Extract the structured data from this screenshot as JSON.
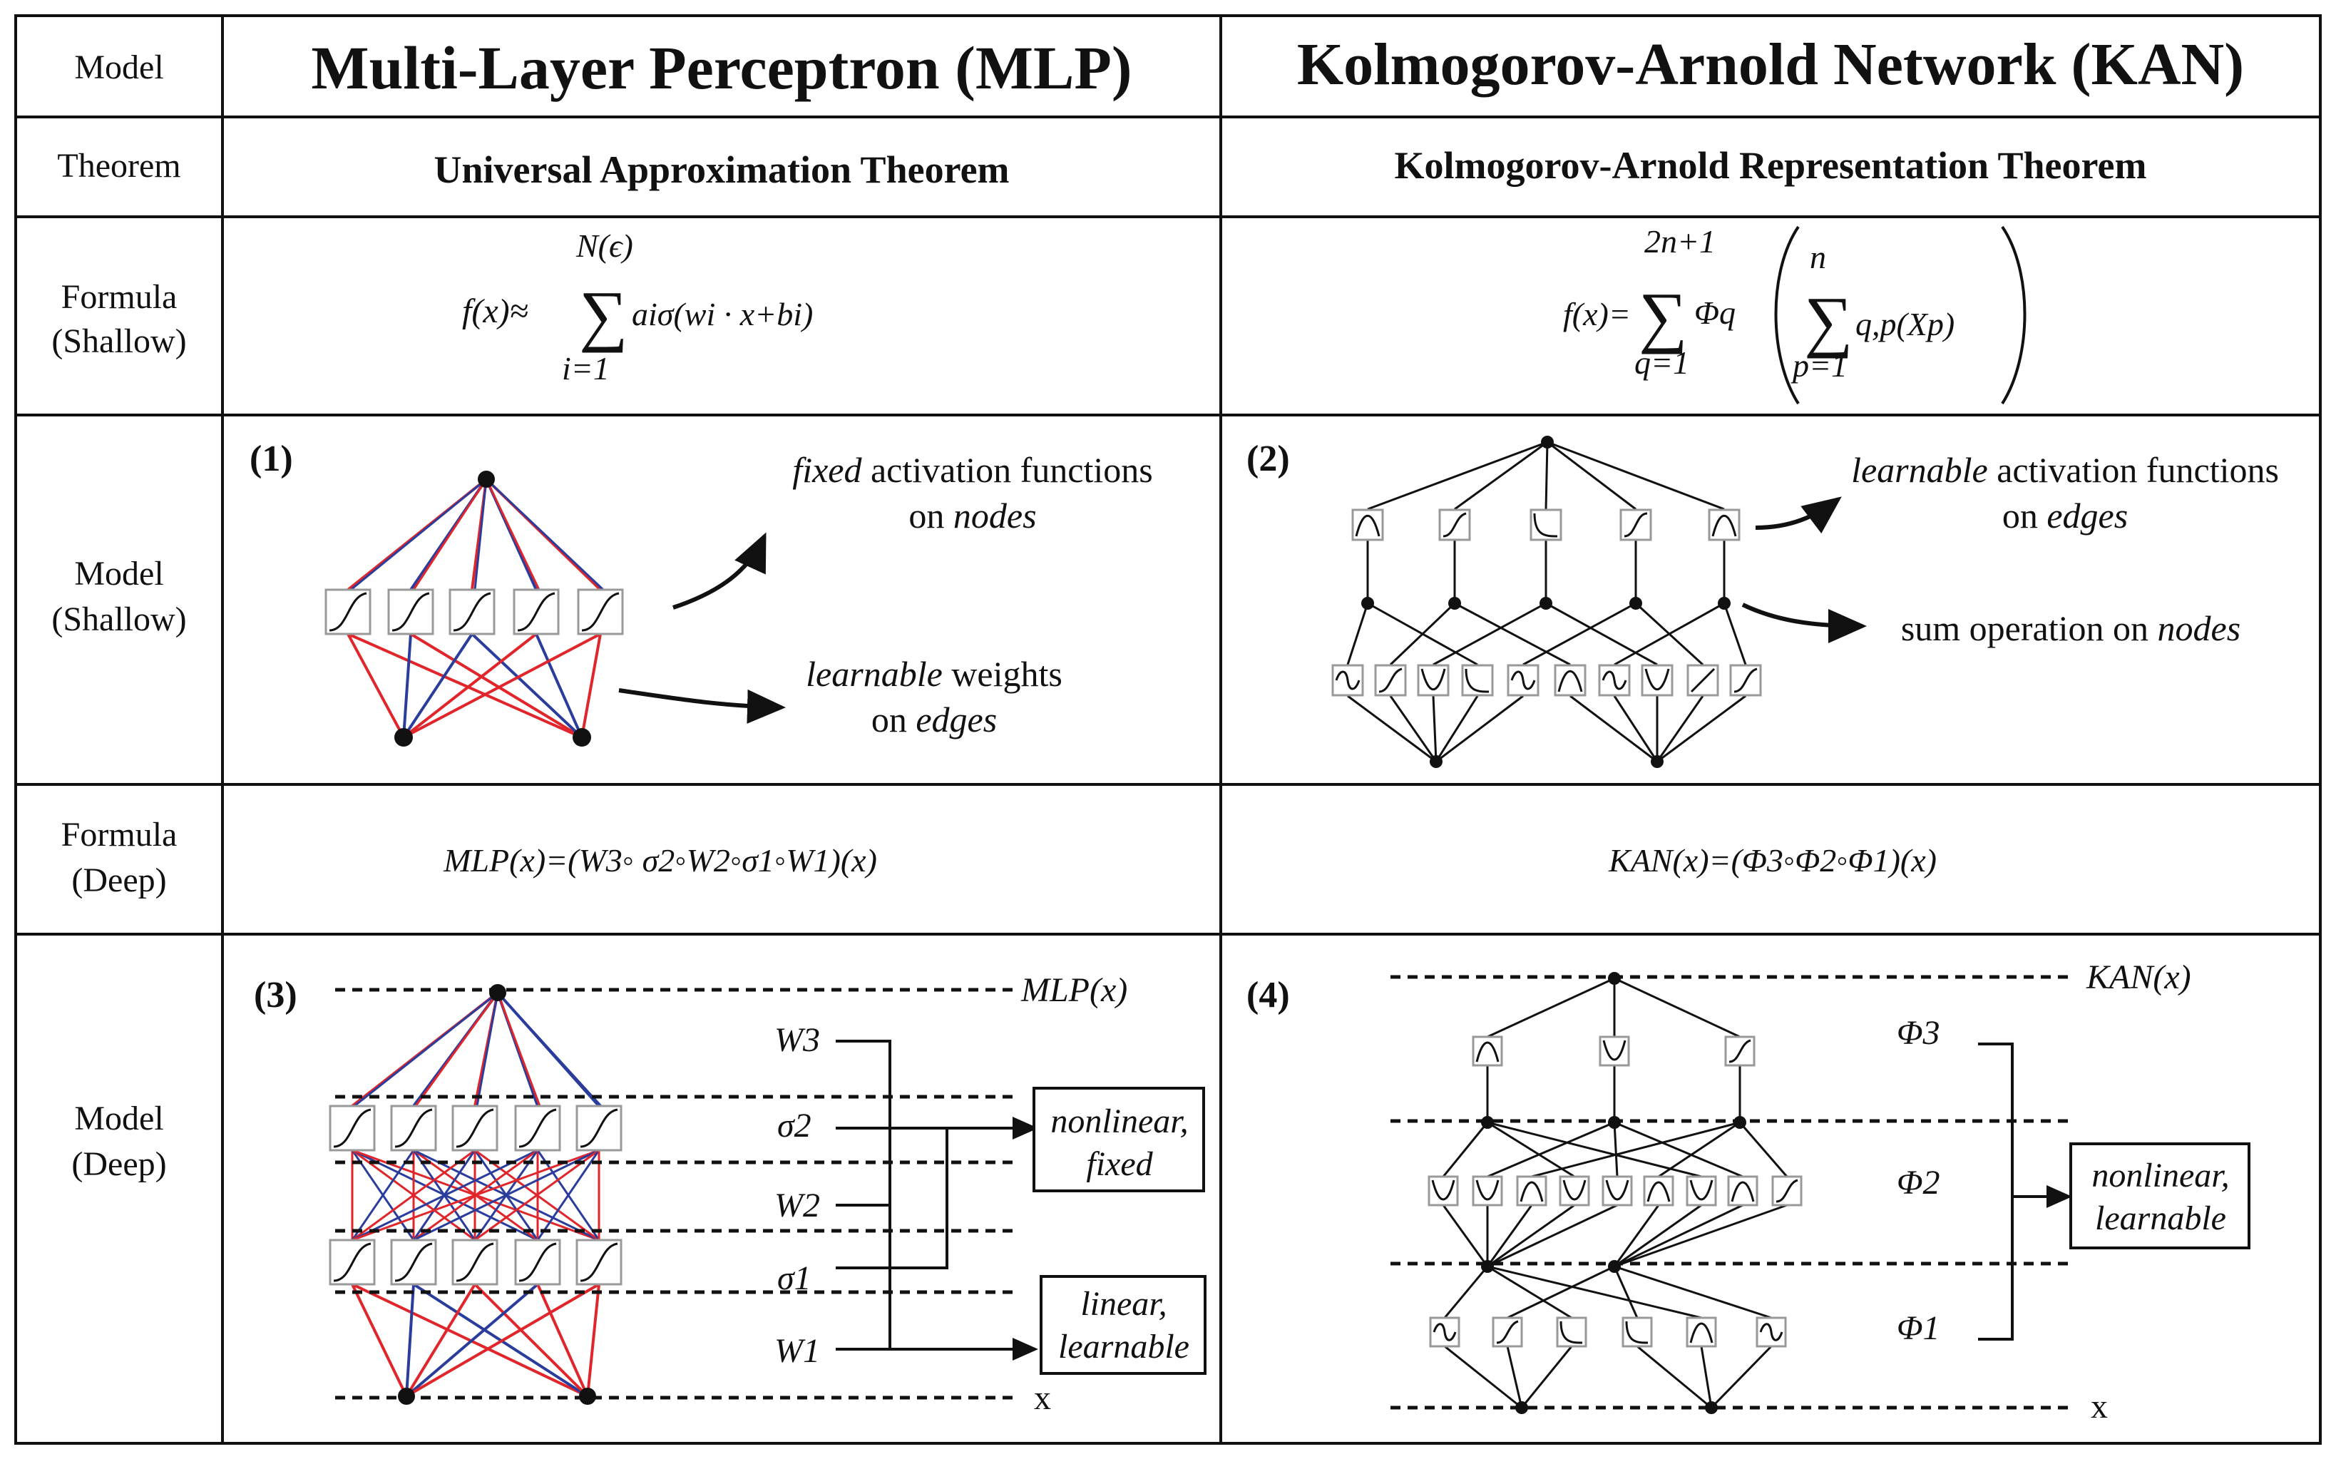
{
  "header": {
    "row_label": "Model",
    "mlp_title": "Multi-Layer Perceptron (MLP)",
    "kan_title": "Kolmogorov-Arnold Network (KAN)"
  },
  "rows": {
    "theorem": {
      "label": "Theorem",
      "mlp": "Universal Approximation Theorem",
      "kan": "Kolmogorov-Arnold Representation Theorem"
    },
    "formula_shallow": {
      "label_line1": "Formula",
      "label_line2": "(Shallow)",
      "mlp": {
        "lhs": "f(x)≈",
        "sum_upper": "N(ϵ)",
        "sum_lower": "i=1",
        "body": "aiσ(wi · x+bi)"
      },
      "kan": {
        "lhs": "f(x)=",
        "outer_upper": "2n+1",
        "outer_lower": "q=1",
        "outer_fn": "Φq",
        "inner_upper": "n",
        "inner_lower": "p=1",
        "inner_body": "q,p(Xp)"
      }
    },
    "model_shallow": {
      "label_line1": "Model",
      "label_line2": "(Shallow)",
      "mlp_panel": "(1)",
      "mlp_note1_em": "fixed",
      "mlp_note1_rest": " activation functions",
      "mlp_note1_line2_pre": "on ",
      "mlp_note1_line2_em": "nodes",
      "mlp_note2_em": "learnable",
      "mlp_note2_rest": " weights",
      "mlp_note2_line2_pre": "on ",
      "mlp_note2_line2_em": "edges",
      "kan_panel": "(2)",
      "kan_note1_em": "learnable",
      "kan_note1_rest": " activation functions",
      "kan_note1_line2_pre": "on ",
      "kan_note1_line2_em": "edges",
      "kan_note2_pre": "sum operation on ",
      "kan_note2_em": "nodes"
    },
    "formula_deep": {
      "label_line1": "Formula",
      "label_line2": "(Deep)",
      "mlp": "MLP(x)=(W3◦ σ2◦W2◦σ1◦W1)(x)",
      "kan": "KAN(x)=(Φ3◦Φ2◦Φ1)(x)"
    },
    "model_deep": {
      "label_line1": "Model",
      "label_line2": "(Deep)",
      "mlp_panel": "(3)",
      "mlp_output": "MLP(x)",
      "mlp_input": "x",
      "mlp_layers": [
        "W3",
        "σ2",
        "W2",
        "σ1",
        "W1"
      ],
      "mlp_box1_line1": "nonlinear,",
      "mlp_box1_line2": "fixed",
      "mlp_box2_line1": "linear,",
      "mlp_box2_line2": "learnable",
      "kan_panel": "(4)",
      "kan_output": "KAN(x)",
      "kan_input": "x",
      "kan_layers": [
        "Φ3",
        "Φ2",
        "Φ1"
      ],
      "kan_box_line1": "nonlinear,",
      "kan_box_line2": "learnable"
    }
  },
  "colors": {
    "red_edge": "#e0262b",
    "blue_edge": "#2b3d9c",
    "ink": "#111111"
  }
}
